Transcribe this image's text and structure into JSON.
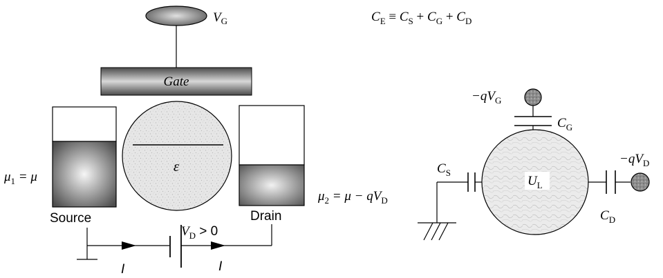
{
  "left_device": {
    "gate_voltage": {
      "main": "V",
      "sub": "G"
    },
    "gate_label": "Gate",
    "channel_energy": "ε",
    "mu1": {
      "main": "μ",
      "sub": "1",
      "rest": " = μ"
    },
    "mu2": {
      "main": "μ",
      "sub": "2",
      "rest": " = μ − qV",
      "sub2": "D"
    },
    "source_label": "Source",
    "drain_label": "Drain",
    "drain_voltage": {
      "main": "V",
      "sub": "D",
      "rest": " > 0"
    },
    "current_left": "I",
    "current_right": "I"
  },
  "equation": {
    "lhs_main": "C",
    "lhs_sub": "E",
    "op": " ≡ ",
    "t1_main": "C",
    "t1_sub": "S",
    "plus": " + ",
    "t2_main": "C",
    "t2_sub": "G",
    "t3_main": "C",
    "t3_sub": "D"
  },
  "right_circuit": {
    "gate_potential": {
      "prefix": "−qV",
      "sub": "G"
    },
    "drain_potential": {
      "prefix": "−qV",
      "sub": "D"
    },
    "cap_gate": {
      "main": "C",
      "sub": "G"
    },
    "cap_source": {
      "main": "C",
      "sub": "S"
    },
    "cap_drain": {
      "main": "C",
      "sub": "D"
    },
    "node_potential": {
      "main": "U",
      "sub": "L"
    }
  },
  "colors": {
    "dark_gray": "#555555",
    "light_gray": "#e8e8e8",
    "line": "#000000"
  }
}
